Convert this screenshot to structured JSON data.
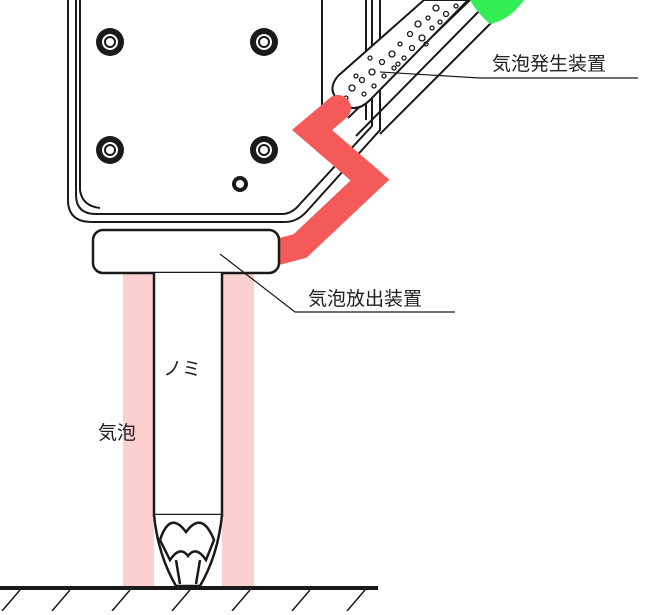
{
  "labels": {
    "bubble_generator": "気泡発生装置",
    "bubble_emitter": "気泡放出装置",
    "chisel": "ノミ",
    "bubbles": "気泡"
  },
  "colors": {
    "bubble_zone": "#fdd0d0",
    "red_pipe": "#f45a5a",
    "green_pipe": "#33ee55",
    "line": "#1a1a1a"
  },
  "icons": [
    "bolt-icon",
    "bubble-dots-icon",
    "ground-hatch-icon"
  ]
}
